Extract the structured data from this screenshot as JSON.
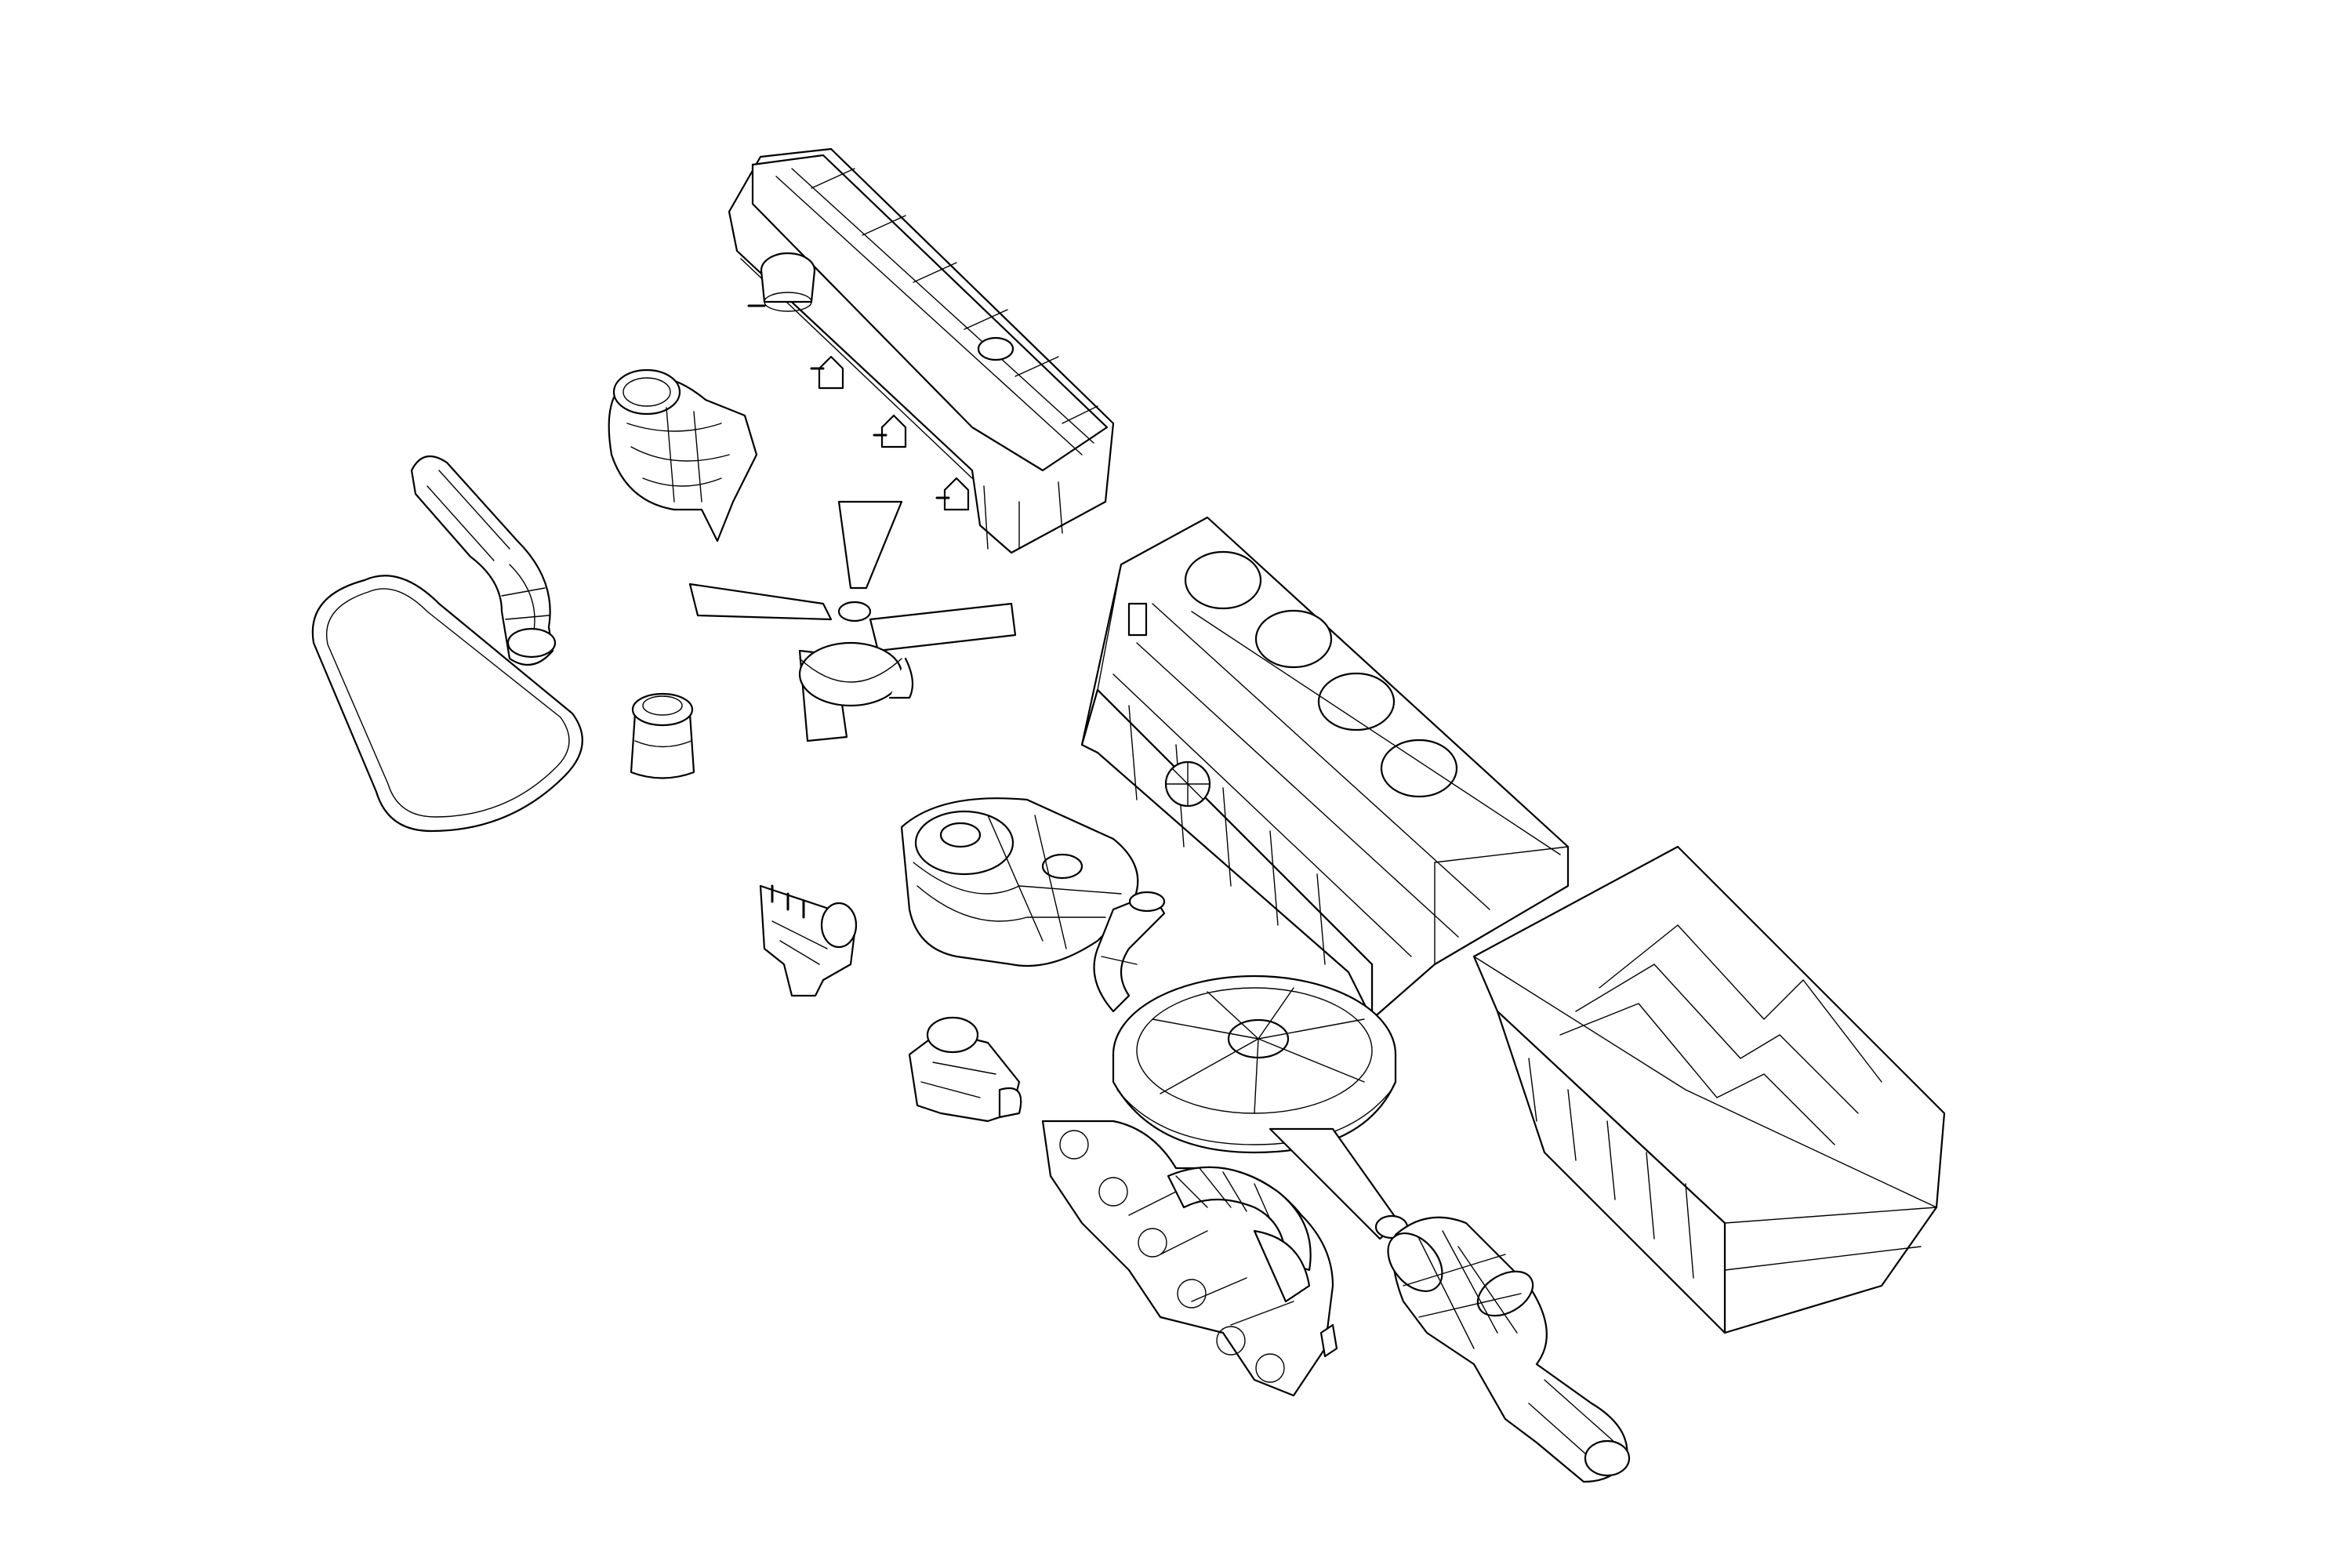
{
  "diagram": {
    "style": "black line-art wireframe exploded view",
    "colors": {
      "stroke": "#000000",
      "background": "#ffffff"
    },
    "parts": [
      {
        "id": "valve-cover",
        "icon": "valve-cover-icon"
      },
      {
        "id": "thermostat-housing",
        "icon": "thermostat-housing-icon"
      },
      {
        "id": "radiator-hose",
        "icon": "radiator-hose-icon"
      },
      {
        "id": "serpentine-belt",
        "icon": "belt-icon"
      },
      {
        "id": "cooling-fan",
        "icon": "fan-icon"
      },
      {
        "id": "oil-filter",
        "icon": "oil-filter-icon"
      },
      {
        "id": "engine-block",
        "icon": "engine-block-icon"
      },
      {
        "id": "oil-pan",
        "icon": "oil-pan-icon"
      },
      {
        "id": "distributor",
        "icon": "distributor-icon"
      },
      {
        "id": "timing-cover",
        "icon": "timing-cover-icon"
      },
      {
        "id": "air-intake-snorkel",
        "icon": "intake-snorkel-icon"
      },
      {
        "id": "air-cleaner",
        "icon": "air-cleaner-icon"
      },
      {
        "id": "fuel-pump",
        "icon": "fuel-pump-icon"
      },
      {
        "id": "exhaust-manifold",
        "icon": "exhaust-manifold-icon"
      },
      {
        "id": "starter-motor",
        "icon": "starter-motor-icon"
      }
    ]
  }
}
